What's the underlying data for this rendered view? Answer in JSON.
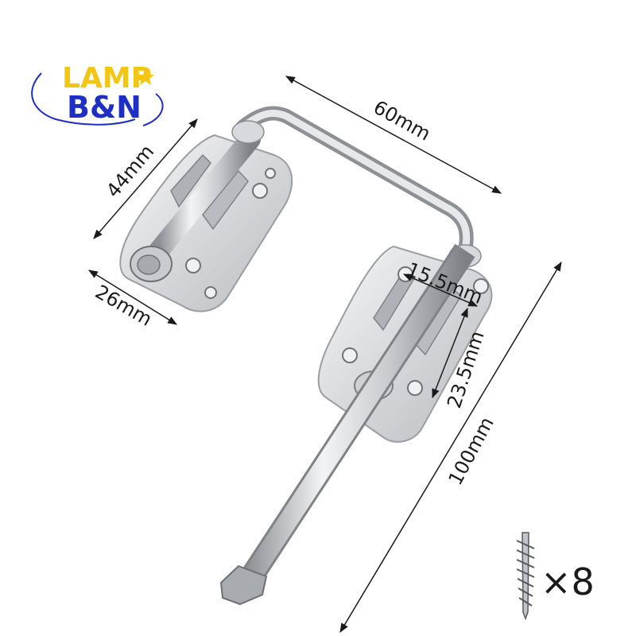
{
  "logo": {
    "line1": "LAMP",
    "line2": "B&N",
    "colors": {
      "lamp": "#f3c614",
      "bn": "#1d2fc4",
      "swirl": "#1d2fc4",
      "star": "#f3c614"
    }
  },
  "dimensions": {
    "top_width": "60mm",
    "plate_length": "44mm",
    "plate_width": "26mm",
    "bolt_gap": "15.5mm",
    "plate_height": "23.5mm",
    "overall_length": "100mm"
  },
  "accessory": {
    "icon": "screw-icon",
    "quantity_label": "×8"
  },
  "product": {
    "name_icon": "slide-bolt-latch",
    "color_metal": "#c9ccd0"
  }
}
